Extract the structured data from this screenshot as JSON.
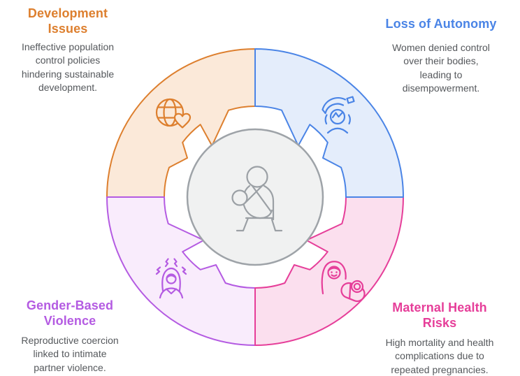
{
  "quadrants": {
    "dev": {
      "title": "Development\nIssues",
      "description": "Ineffective population\ncontrol policies\nhindering sustainable\ndevelopment.",
      "color": "#DD7F2E",
      "fill": "#FBE9D9",
      "icon": "globe-heart"
    },
    "auto": {
      "title": "Loss of Autonomy",
      "description": "Women denied control\nover their bodies,\nleading to\ndisempowerment.",
      "color": "#4A84E6",
      "fill": "#E4EDFB",
      "icon": "person-signal-loss"
    },
    "gbv": {
      "title": "Gender-Based\nViolence",
      "description": "Reproductive coercion\nlinked to intimate\npartner violence.",
      "color": "#B45BE2",
      "fill": "#F9ECFC",
      "icon": "distressed-woman"
    },
    "mat": {
      "title": "Maternal Health\nRisks",
      "description": "High mortality and health\ncomplications due to\nrepeated pregnancies.",
      "color": "#E63E99",
      "fill": "#FBDFEE",
      "icon": "mother-with-baby"
    }
  },
  "center": {
    "icon": "mother-holding-baby",
    "fill": "#F0F1F1",
    "stroke": "#9EA3A8",
    "icon_color": "#9BA0A5"
  },
  "body_text_color": "#55585C"
}
